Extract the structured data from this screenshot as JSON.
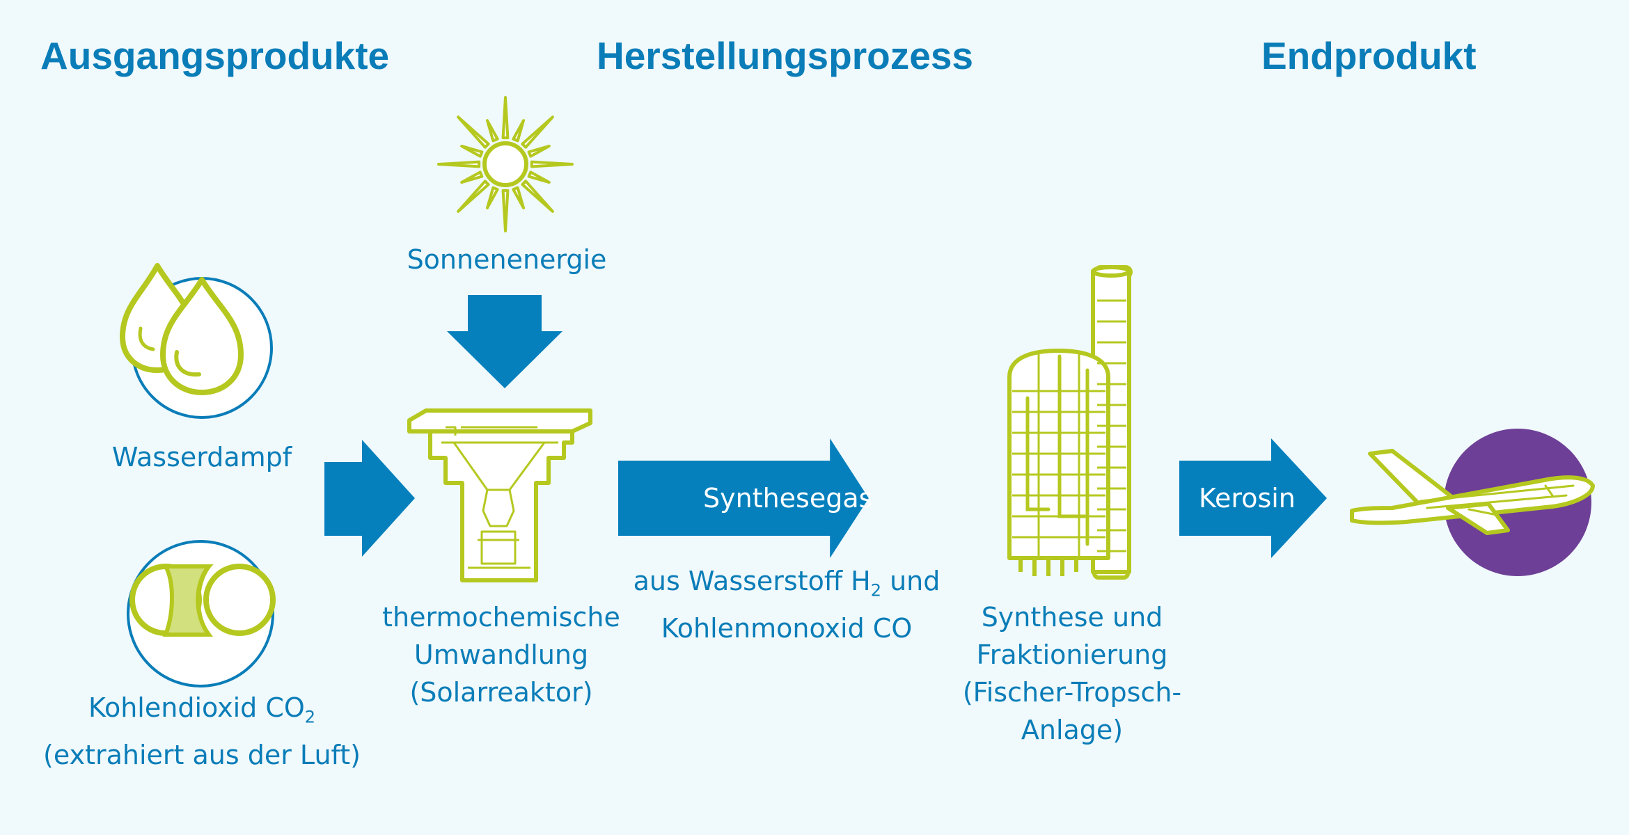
{
  "colors": {
    "background": "#f0f9fc",
    "blue": "#0a7db8",
    "arrow": "#0580bd",
    "green": "#b5c81f",
    "green_fill": "#d3e07e",
    "purple": "#6e3f96"
  },
  "headings": {
    "inputs": "Ausgangsprodukte",
    "process": "Herstellungsprozess",
    "output": "Endprodukt"
  },
  "inputs": {
    "steam": {
      "icon": "water-drops-icon",
      "label": "Wasserdampf"
    },
    "co2": {
      "icon": "co2-molecule-icon",
      "label_main": "Kohlendioxid CO",
      "label_sub": "2",
      "label_line2": "(extrahiert aus der Luft)"
    }
  },
  "process": {
    "sun": {
      "icon": "sun-icon",
      "label": "Sonnenenergie"
    },
    "reactor": {
      "icon": "solar-reactor-icon",
      "line1": "thermochemische",
      "line2": "Umwandlung",
      "line3": "(Solarreaktor)"
    },
    "syngas": {
      "arrow_label": "Synthesegas",
      "desc_pre": "aus Wasserstoff H",
      "desc_sub": "2",
      "desc_post": " und",
      "desc_line2": "Kohlenmonoxid CO"
    },
    "plant": {
      "icon": "fischer-tropsch-plant-icon",
      "line1": "Synthese und",
      "line2": "Fraktionierung",
      "line3": "(Fischer-Tropsch-Anlage)"
    }
  },
  "output": {
    "arrow_label": "Kerosin",
    "icon": "airplane-icon"
  }
}
